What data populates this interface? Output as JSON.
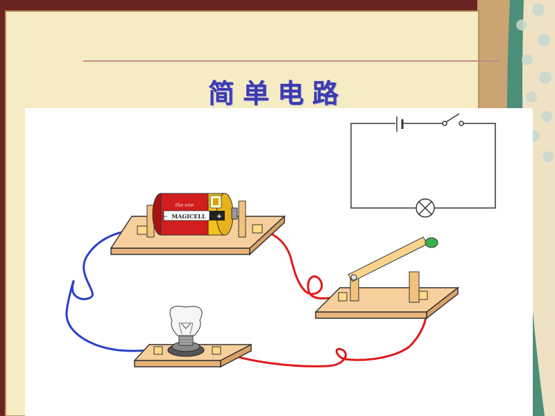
{
  "slide": {
    "title": "简单电路"
  },
  "battery": {
    "top_label": "the one",
    "brand": "MAGICELL",
    "plus_symbol": "+",
    "minus_symbol": "−"
  },
  "colors": {
    "slide_beige": "#f6ecc4",
    "frame_dark": "#6a2424",
    "board_wood": "#f7cf9c",
    "wire_blue": "#2a3ec9",
    "wire_red": "#e01818",
    "battery_red": "#d21e1e",
    "battery_cap": "#f2c21c",
    "title_blue": "#3b3bb0"
  },
  "icons": [
    "battery",
    "switch",
    "light-bulb",
    "lamp-symbol",
    "cell-symbol"
  ]
}
